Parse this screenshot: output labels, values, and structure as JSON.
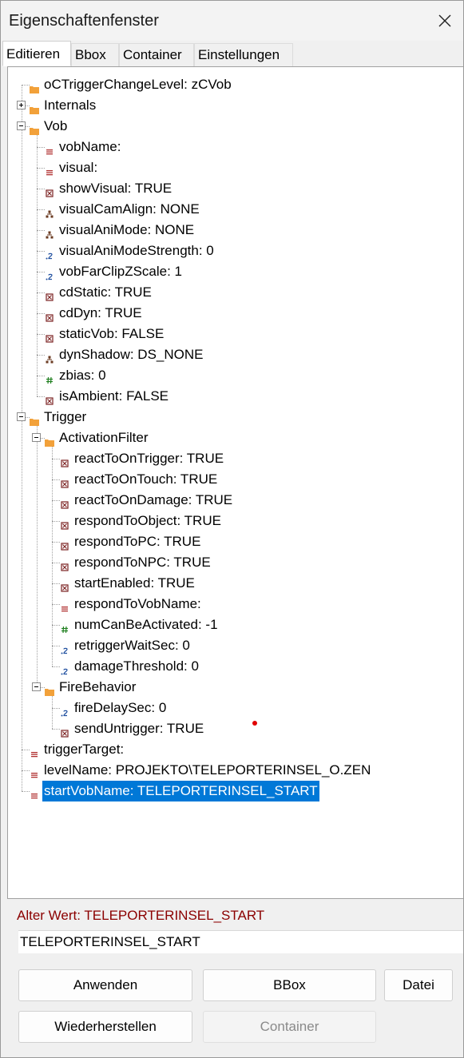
{
  "window": {
    "title": "Eigenschaftenfenster"
  },
  "tabs": [
    {
      "label": "Editieren",
      "active": true
    },
    {
      "label": "Bbox",
      "active": false
    },
    {
      "label": "Container",
      "active": false
    },
    {
      "label": "Einstellungen",
      "active": false
    }
  ],
  "tree": [
    {
      "id": "root",
      "label": "oCTriggerChangeLevel: zCVob",
      "icon": "folder-icon",
      "depth": 0,
      "expander": "none"
    },
    {
      "id": "internals",
      "label": "Internals",
      "icon": "folder-icon",
      "depth": 0,
      "expander": "plus"
    },
    {
      "id": "vob",
      "label": "Vob",
      "icon": "folder-icon",
      "depth": 0,
      "expander": "minus"
    },
    {
      "id": "vobName",
      "label": "vobName:",
      "icon": "string-icon",
      "depth": 1,
      "expander": "none"
    },
    {
      "id": "visual",
      "label": "visual:",
      "icon": "string-icon",
      "depth": 1,
      "expander": "none"
    },
    {
      "id": "showVisual",
      "label": "showVisual: TRUE",
      "icon": "bool-icon",
      "depth": 1,
      "expander": "none"
    },
    {
      "id": "visualCamAlign",
      "label": "visualCamAlign: NONE",
      "icon": "enum-icon",
      "depth": 1,
      "expander": "none"
    },
    {
      "id": "visualAniMode",
      "label": "visualAniMode: NONE",
      "icon": "enum-icon",
      "depth": 1,
      "expander": "none"
    },
    {
      "id": "visualAniModeStrength",
      "label": "visualAniModeStrength: 0",
      "icon": "float-icon",
      "depth": 1,
      "expander": "none"
    },
    {
      "id": "vobFarClipZScale",
      "label": "vobFarClipZScale: 1",
      "icon": "float-icon",
      "depth": 1,
      "expander": "none"
    },
    {
      "id": "cdStatic",
      "label": "cdStatic: TRUE",
      "icon": "bool-icon",
      "depth": 1,
      "expander": "none"
    },
    {
      "id": "cdDyn",
      "label": "cdDyn: TRUE",
      "icon": "bool-icon",
      "depth": 1,
      "expander": "none"
    },
    {
      "id": "staticVob",
      "label": "staticVob: FALSE",
      "icon": "bool-icon",
      "depth": 1,
      "expander": "none"
    },
    {
      "id": "dynShadow",
      "label": "dynShadow: DS_NONE",
      "icon": "enum-icon",
      "depth": 1,
      "expander": "none"
    },
    {
      "id": "zbias",
      "label": "zbias: 0",
      "icon": "int-icon",
      "depth": 1,
      "expander": "none"
    },
    {
      "id": "isAmbient",
      "label": "isAmbient: FALSE",
      "icon": "bool-icon",
      "depth": 1,
      "expander": "none"
    },
    {
      "id": "trigger",
      "label": "Trigger",
      "icon": "folder-icon",
      "depth": 0,
      "expander": "minus"
    },
    {
      "id": "activationFilter",
      "label": "ActivationFilter",
      "icon": "folder-icon",
      "depth": 1,
      "expander": "minus"
    },
    {
      "id": "reactToOnTrigger",
      "label": "reactToOnTrigger: TRUE",
      "icon": "bool-icon",
      "depth": 2,
      "expander": "none"
    },
    {
      "id": "reactToOnTouch",
      "label": "reactToOnTouch: TRUE",
      "icon": "bool-icon",
      "depth": 2,
      "expander": "none"
    },
    {
      "id": "reactToOnDamage",
      "label": "reactToOnDamage: TRUE",
      "icon": "bool-icon",
      "depth": 2,
      "expander": "none"
    },
    {
      "id": "respondToObject",
      "label": "respondToObject: TRUE",
      "icon": "bool-icon",
      "depth": 2,
      "expander": "none"
    },
    {
      "id": "respondToPC",
      "label": "respondToPC: TRUE",
      "icon": "bool-icon",
      "depth": 2,
      "expander": "none"
    },
    {
      "id": "respondToNPC",
      "label": "respondToNPC: TRUE",
      "icon": "bool-icon",
      "depth": 2,
      "expander": "none"
    },
    {
      "id": "startEnabled",
      "label": "startEnabled: TRUE",
      "icon": "bool-icon",
      "depth": 2,
      "expander": "none"
    },
    {
      "id": "respondToVobName",
      "label": "respondToVobName:",
      "icon": "string-icon",
      "depth": 2,
      "expander": "none"
    },
    {
      "id": "numCanBeActivated",
      "label": "numCanBeActivated: -1",
      "icon": "int-icon",
      "depth": 2,
      "expander": "none"
    },
    {
      "id": "retriggerWaitSec",
      "label": "retriggerWaitSec: 0",
      "icon": "float-icon",
      "depth": 2,
      "expander": "none"
    },
    {
      "id": "damageThreshold",
      "label": "damageThreshold: 0",
      "icon": "float-icon",
      "depth": 2,
      "expander": "none"
    },
    {
      "id": "fireBehavior",
      "label": "FireBehavior",
      "icon": "folder-icon",
      "depth": 1,
      "expander": "minus"
    },
    {
      "id": "fireDelaySec",
      "label": "fireDelaySec: 0",
      "icon": "float-icon",
      "depth": 2,
      "expander": "none"
    },
    {
      "id": "sendUntrigger",
      "label": "sendUntrigger: TRUE",
      "icon": "bool-icon",
      "depth": 2,
      "expander": "none"
    },
    {
      "id": "triggerTarget",
      "label": "triggerTarget:",
      "icon": "string-icon",
      "depth": 0,
      "expander": "none"
    },
    {
      "id": "levelName",
      "label": "levelName: PROJEKTO\\TELEPORTERINSEL_O.ZEN",
      "icon": "string-icon",
      "depth": 0,
      "expander": "none"
    },
    {
      "id": "startVobName",
      "label": "startVobName: TELEPORTERINSEL_START",
      "icon": "string-icon",
      "depth": 0,
      "expander": "none",
      "selected": true
    }
  ],
  "editor": {
    "old_value": "Alter Wert: TELEPORTERINSEL_START",
    "current_value": "TELEPORTERINSEL_START"
  },
  "buttons": {
    "apply": "Anwenden",
    "bbox": "BBox",
    "file": "Datei",
    "restore": "Wiederherstellen",
    "container": "Container"
  },
  "colors": {
    "folder": "#f2a13a",
    "string": "#b03030",
    "bool": "#7a2020",
    "enum": "#6a3a20",
    "float": "#2050a0",
    "int": "#208020",
    "selection": "#0078d7",
    "old_value": "#8b0000"
  }
}
